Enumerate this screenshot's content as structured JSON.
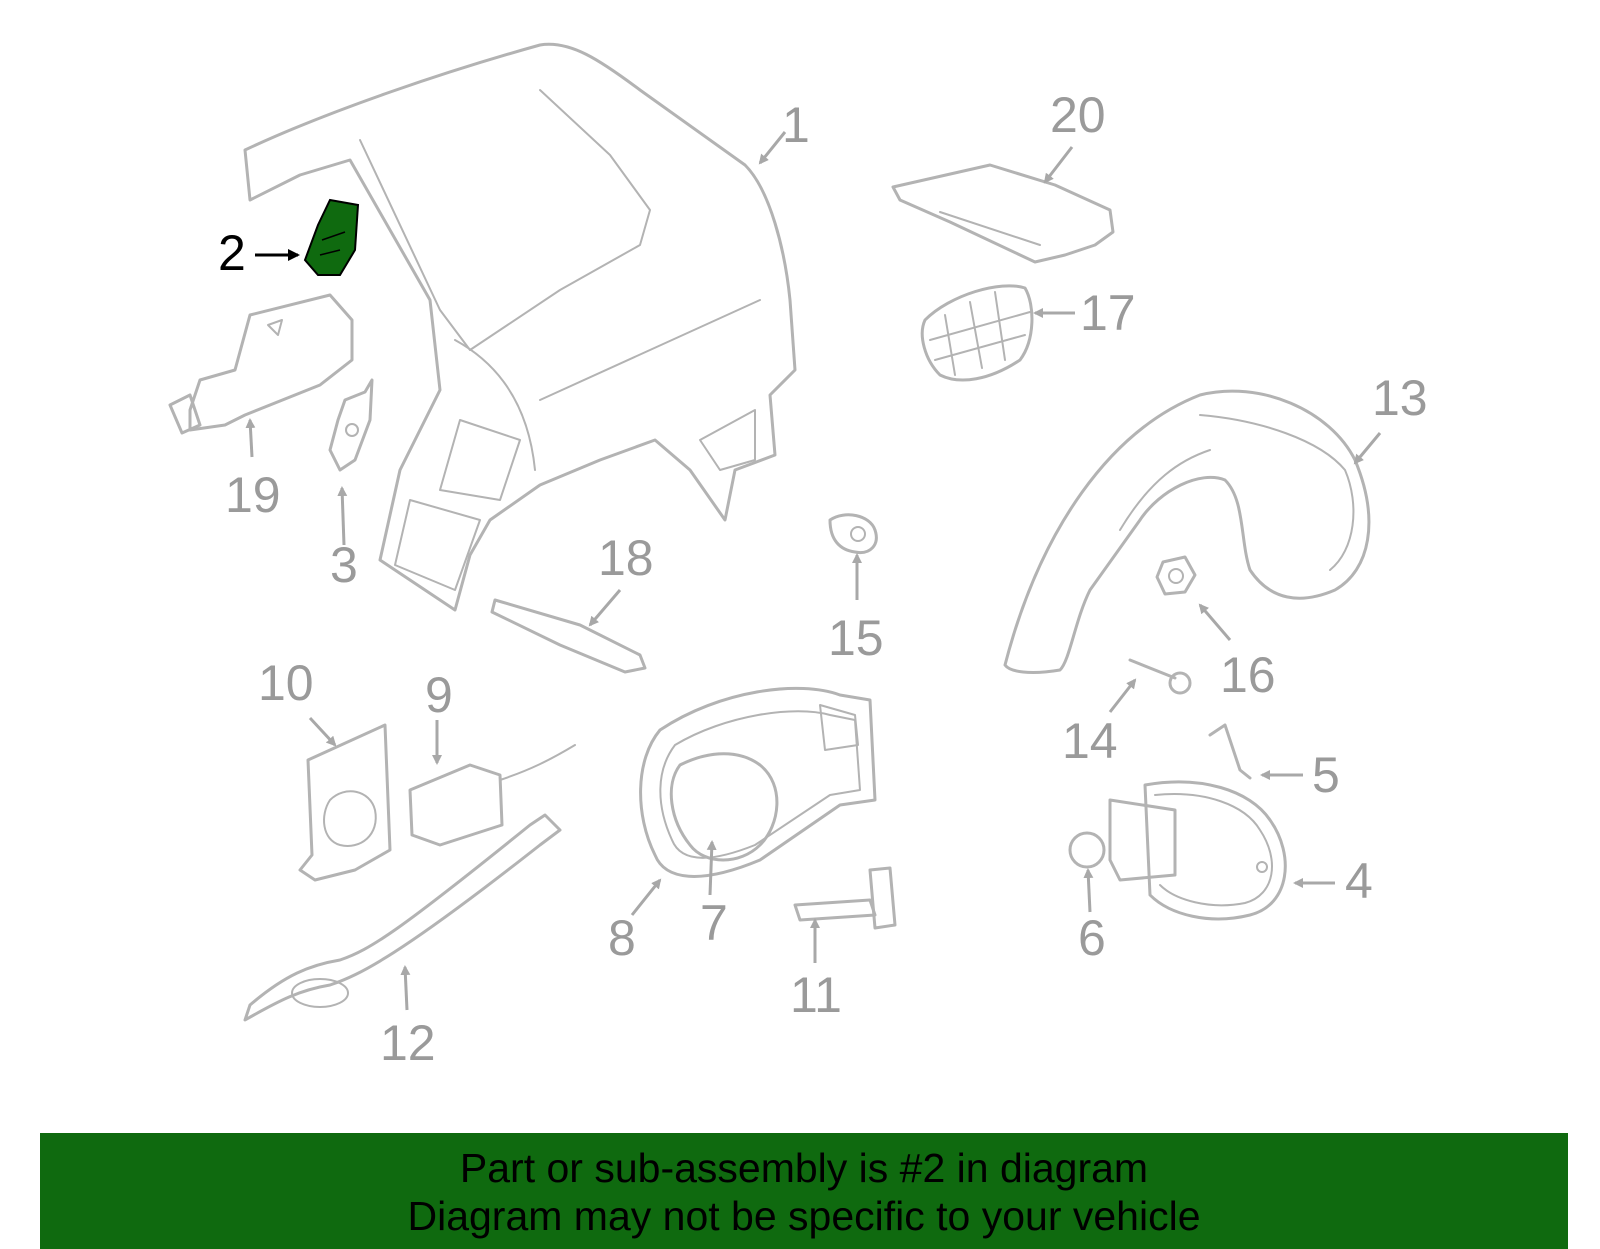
{
  "diagram": {
    "callouts": [
      "1",
      "2",
      "3",
      "4",
      "5",
      "6",
      "7",
      "8",
      "9",
      "10",
      "11",
      "12",
      "13",
      "14",
      "15",
      "16",
      "17",
      "18",
      "19",
      "20"
    ],
    "highlighted_part": "2",
    "highlight_color": "#0f6a0f",
    "line_color": "#b3b3b3"
  },
  "banner": {
    "line1": "Part or sub-assembly is #2 in diagram",
    "line2": "Diagram may not be specific to your vehicle",
    "background": "#0f6a0f"
  }
}
